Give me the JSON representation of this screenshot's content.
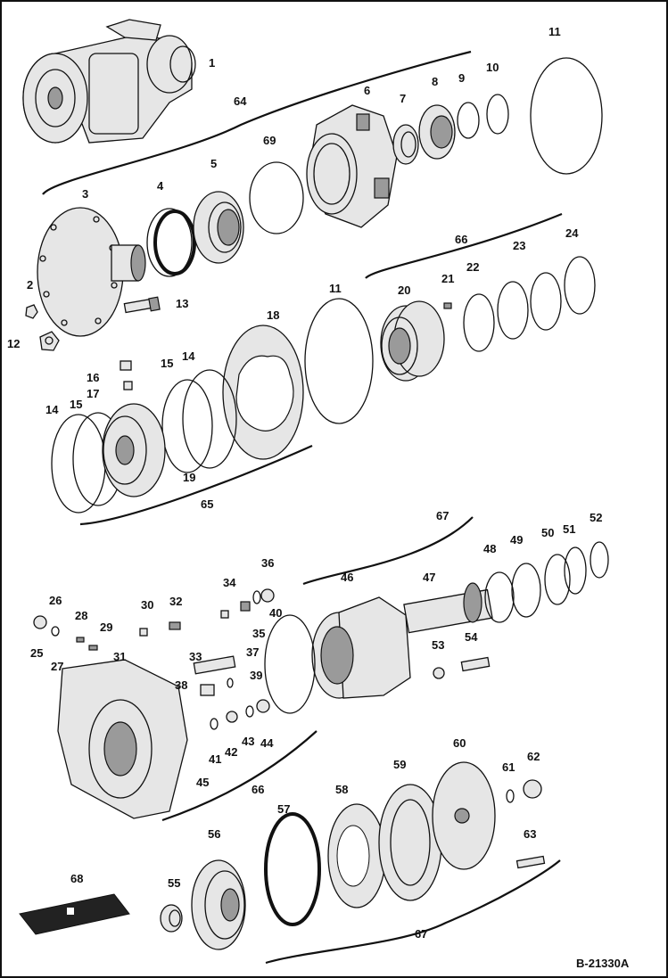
{
  "diagram": {
    "reference_code": "B-21330A",
    "part_numbers": [
      "1",
      "2",
      "3",
      "4",
      "5",
      "6",
      "7",
      "8",
      "9",
      "10",
      "11",
      "12",
      "13",
      "14",
      "15",
      "16",
      "17",
      "18",
      "19",
      "20",
      "21",
      "22",
      "23",
      "24",
      "25",
      "26",
      "27",
      "28",
      "29",
      "30",
      "31",
      "32",
      "33",
      "34",
      "35",
      "36",
      "37",
      "38",
      "39",
      "40",
      "41",
      "42",
      "43",
      "44",
      "45",
      "46",
      "47",
      "48",
      "49",
      "50",
      "51",
      "52",
      "53",
      "54",
      "55",
      "56",
      "57",
      "58",
      "59",
      "60",
      "61",
      "62",
      "63",
      "64",
      "65",
      "66",
      "67",
      "68",
      "69"
    ]
  }
}
